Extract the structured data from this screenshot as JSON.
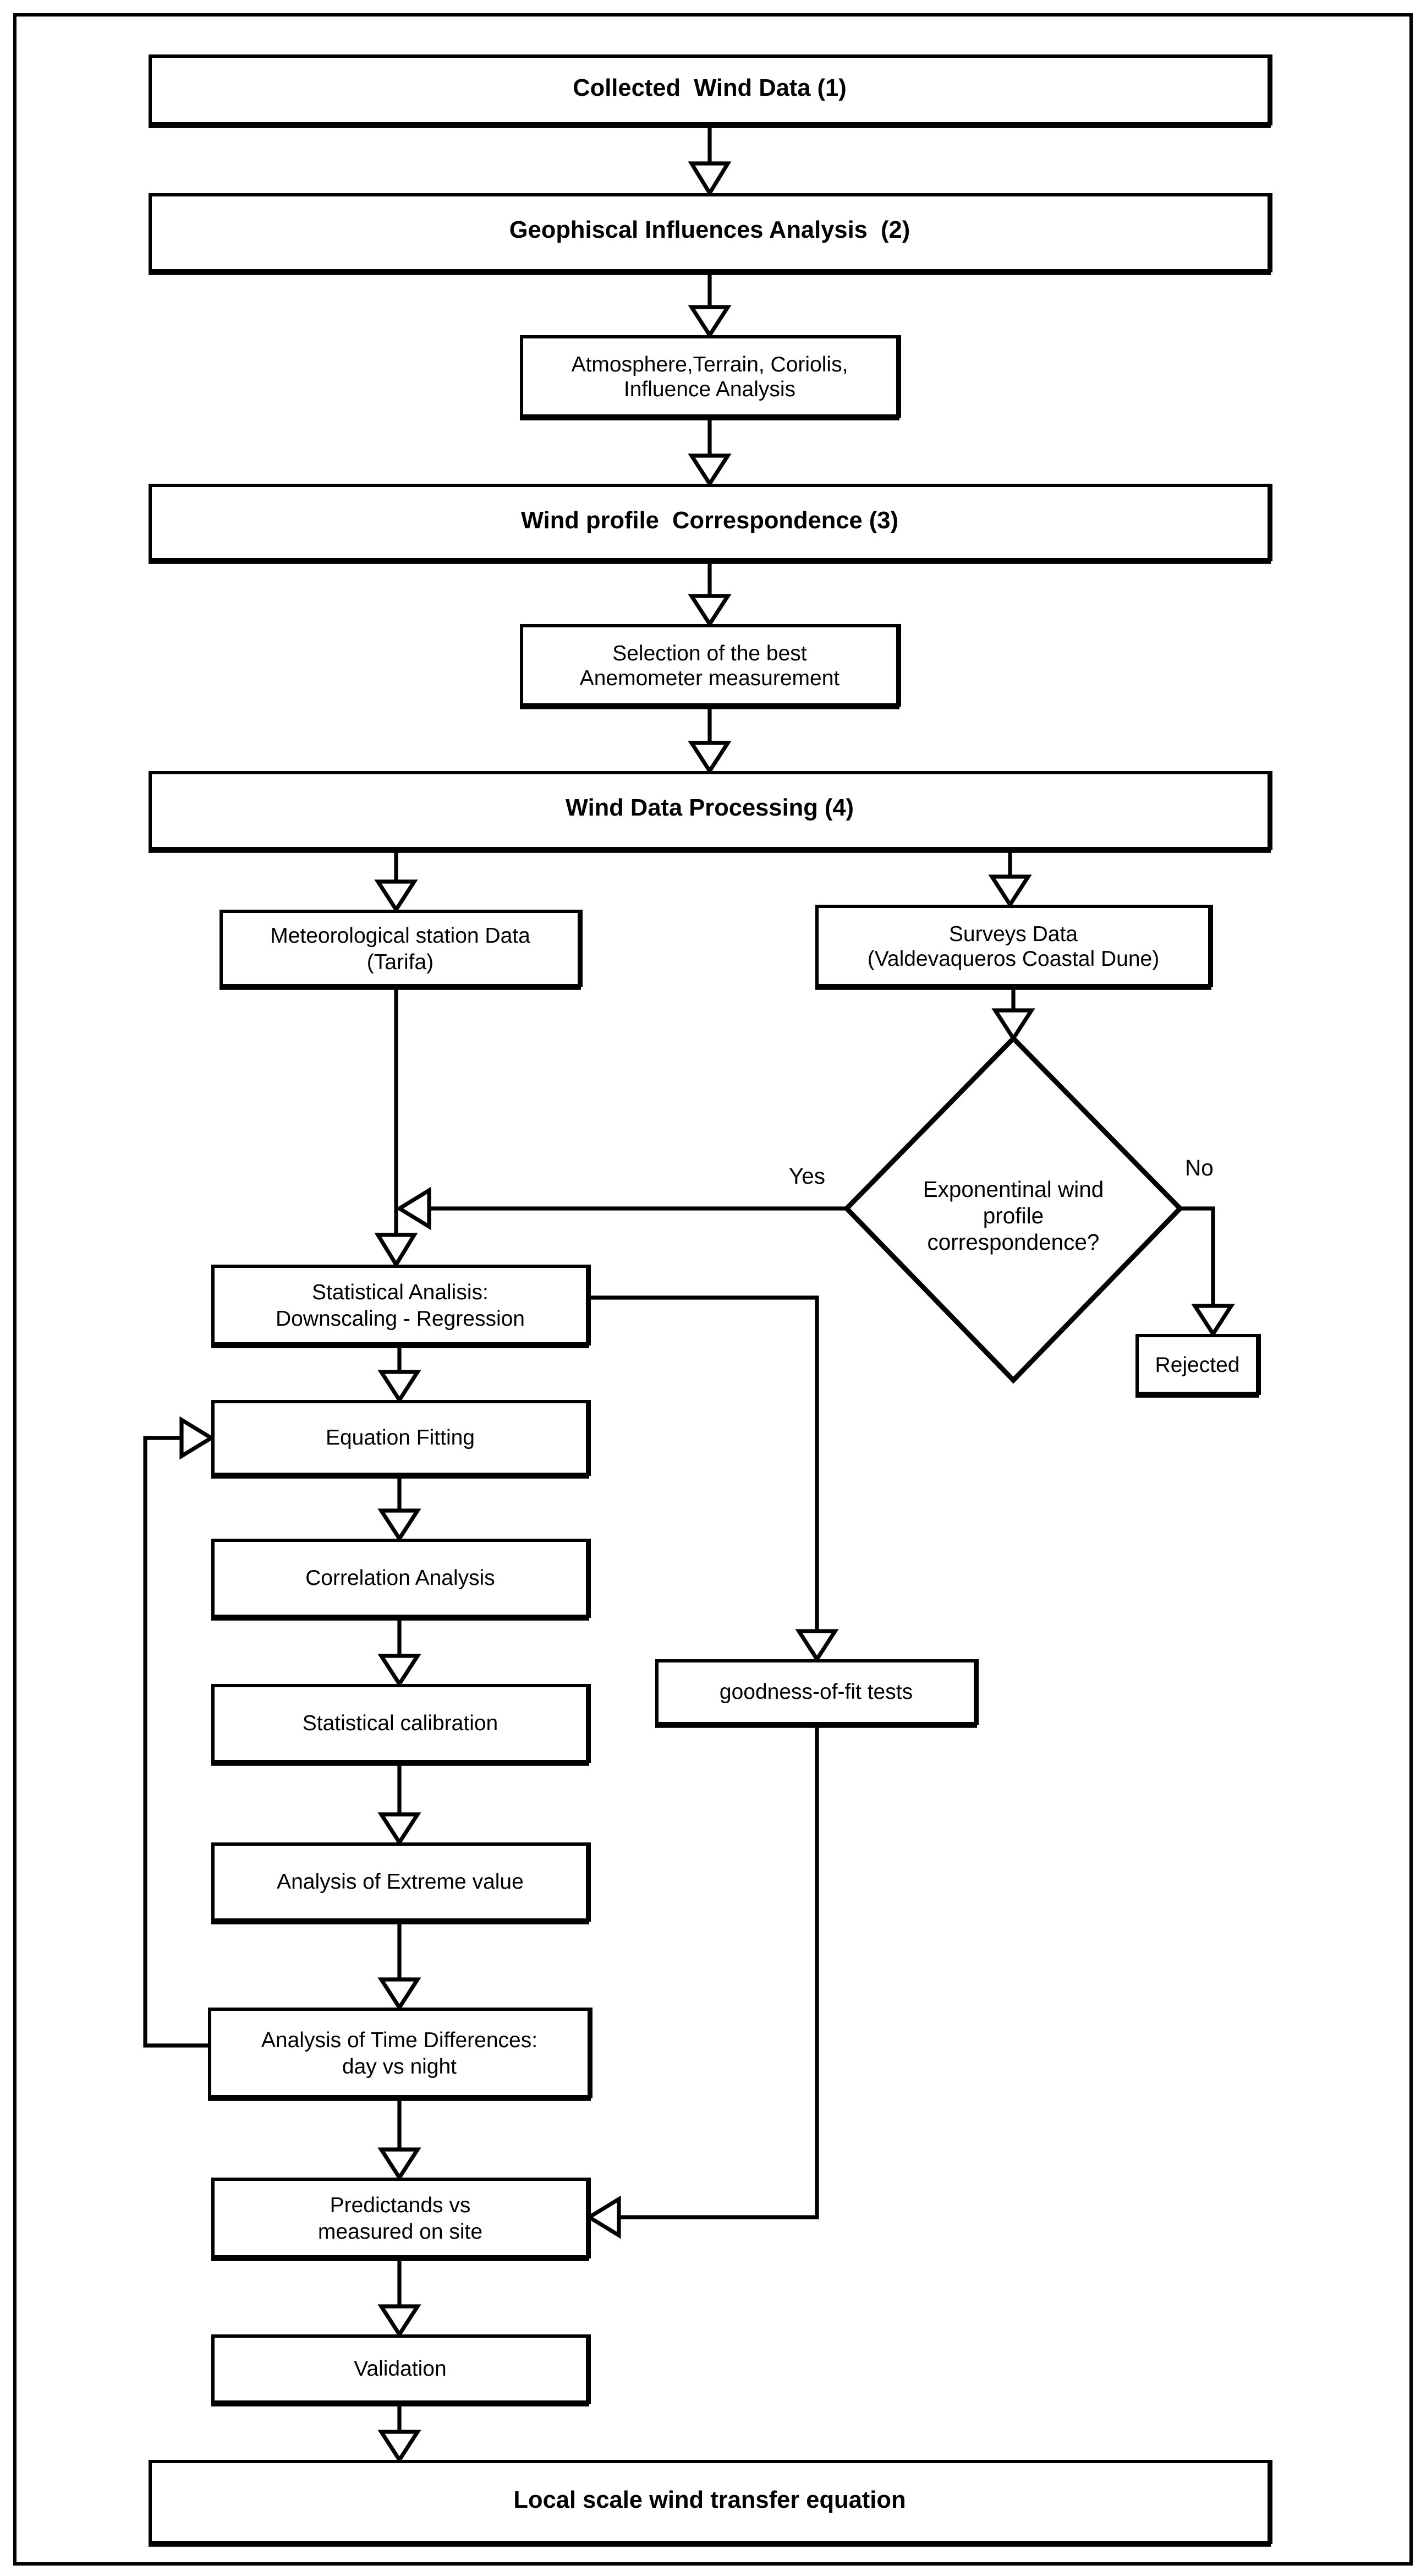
{
  "flowchart": {
    "nodes": {
      "collected_wind_data": "Collected  Wind Data (1)",
      "geophysical_influences": "Geophiscal Influences Analysis  (2)",
      "atmosphere_terrain": "Atmosphere,Terrain, Coriolis,\nInfluence Analysis",
      "wind_profile_correspondence": "Wind profile  Correspondence (3)",
      "anemometer_selection": "Selection of the best\nAnemometer measurement",
      "wind_data_processing": "Wind Data Processing (4)",
      "met_station_data": "Meteorological station Data\n(Tarifa)",
      "surveys_data": "Surveys Data\n(Valdevaqueros Coastal Dune)",
      "exponential_decision": "Exponentinal wind\nprofile\ncorrespondence?",
      "rejected": "Rejected",
      "statistical_analysis": "Statistical Analisis:\nDownscaling - Regression",
      "equation_fitting": "Equation Fitting",
      "correlation_analysis": "Correlation Analysis",
      "statistical_calibration": "Statistical calibration",
      "goodness_of_fit": "goodness-of-fit tests",
      "extreme_value": "Analysis of Extreme value",
      "time_differences": "Analysis of Time Differences:\nday vs night",
      "predictands": "Predictands vs\nmeasured on site",
      "validation": "Validation",
      "local_scale_equation": "Local scale wind transfer equation"
    },
    "edge_labels": {
      "yes": "Yes",
      "no": "No"
    },
    "colors": {
      "line": "#000000",
      "background": "#ffffff",
      "box_fill": "#ffffff"
    }
  }
}
